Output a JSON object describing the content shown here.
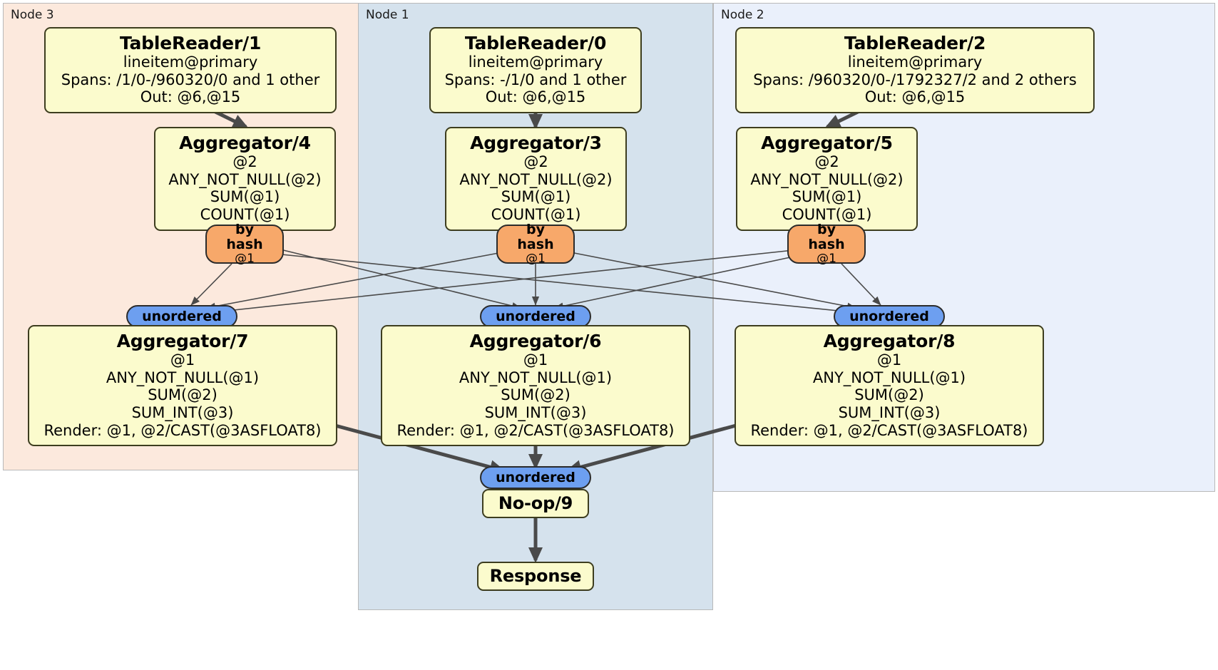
{
  "diagram": {
    "title": "Distributed query plan",
    "colors": {
      "node3_bg": "#fce9dd",
      "node1_bg": "#d5e2ed",
      "node2_bg": "#eaf0fb",
      "processor_bg": "#fbfbcd",
      "hash_router_bg": "#f7a86a",
      "unordered_router_bg": "#6d9ff0",
      "edge": "#4a4a4a"
    }
  },
  "regions": [
    {
      "id": "node3",
      "label": "Node 3"
    },
    {
      "id": "node1",
      "label": "Node 1"
    },
    {
      "id": "node2",
      "label": "Node 2"
    }
  ],
  "processors": {
    "tablereader1": {
      "title": "TableReader/1",
      "lines": [
        "lineitem@primary",
        "Spans: /1/0-/960320/0 and 1 other",
        "Out: @6,@15"
      ]
    },
    "tablereader0": {
      "title": "TableReader/0",
      "lines": [
        "lineitem@primary",
        "Spans: -/1/0 and 1 other",
        "Out: @6,@15"
      ]
    },
    "tablereader2": {
      "title": "TableReader/2",
      "lines": [
        "lineitem@primary",
        "Spans: /960320/0-/1792327/2 and 2 others",
        "Out: @6,@15"
      ]
    },
    "aggregator4": {
      "title": "Aggregator/4",
      "lines": [
        "@2",
        "ANY_NOT_NULL(@2)",
        "SUM(@1)",
        "COUNT(@1)"
      ]
    },
    "aggregator3": {
      "title": "Aggregator/3",
      "lines": [
        "@2",
        "ANY_NOT_NULL(@2)",
        "SUM(@1)",
        "COUNT(@1)"
      ]
    },
    "aggregator5": {
      "title": "Aggregator/5",
      "lines": [
        "@2",
        "ANY_NOT_NULL(@2)",
        "SUM(@1)",
        "COUNT(@1)"
      ]
    },
    "aggregator7": {
      "title": "Aggregator/7",
      "lines": [
        "@1",
        "ANY_NOT_NULL(@1)",
        "SUM(@2)",
        "SUM_INT(@3)",
        "Render: @1, @2/CAST(@3ASFLOAT8)"
      ]
    },
    "aggregator6": {
      "title": "Aggregator/6",
      "lines": [
        "@1",
        "ANY_NOT_NULL(@1)",
        "SUM(@2)",
        "SUM_INT(@3)",
        "Render: @1, @2/CAST(@3ASFLOAT8)"
      ]
    },
    "aggregator8": {
      "title": "Aggregator/8",
      "lines": [
        "@1",
        "ANY_NOT_NULL(@1)",
        "SUM(@2)",
        "SUM_INT(@3)",
        "Render: @1, @2/CAST(@3ASFLOAT8)"
      ]
    },
    "noop9": {
      "title": "No-op/9",
      "lines": []
    },
    "response": {
      "title": "Response",
      "lines": []
    }
  },
  "routers": {
    "hash_left": {
      "label": "by hash",
      "sub": "@1"
    },
    "hash_mid": {
      "label": "by hash",
      "sub": "@1"
    },
    "hash_right": {
      "label": "by hash",
      "sub": "@1"
    },
    "unordered_left": {
      "label": "unordered"
    },
    "unordered_mid": {
      "label": "unordered"
    },
    "unordered_right": {
      "label": "unordered"
    },
    "unordered_final": {
      "label": "unordered"
    }
  }
}
